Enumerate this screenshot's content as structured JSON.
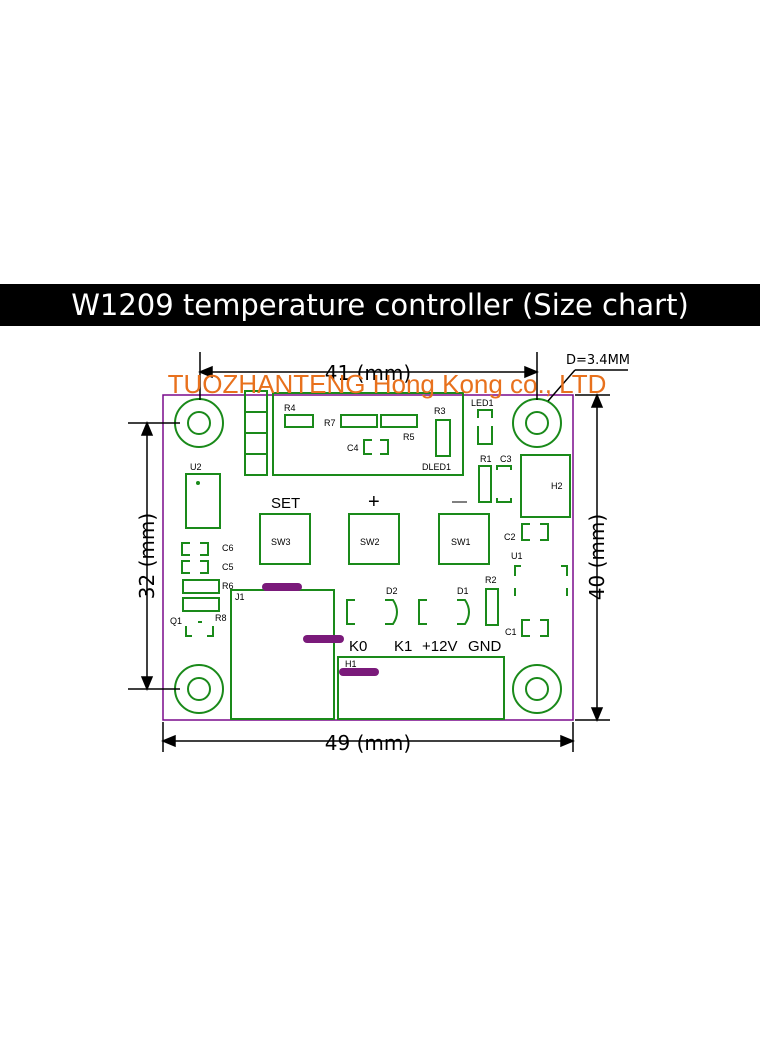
{
  "title": "W1209 temperature controller (Size chart)",
  "watermark": "TUOZHANTENG Hong Kong co., LTD",
  "colors": {
    "board_outline": "#7a0a8c",
    "parts": "#1a8a1a",
    "marks": "#7a1a7a",
    "watermark": "#e8711d"
  },
  "dimensions": {
    "top": "41 (mm)",
    "bottom": "49 (mm)",
    "left": "32 (mm)",
    "right": "40 (mm)",
    "hole": "D=3.4MM"
  },
  "labels": {
    "r4": "R4",
    "r7": "R7",
    "r5": "R5",
    "r3": "R3",
    "c4": "C4",
    "dled1": "DLED1",
    "led1": "LED1",
    "r1": "R1",
    "c3": "C3",
    "h2": "H2",
    "u2": "U2",
    "set": "SET",
    "plus": "+",
    "minus": "—",
    "sw3": "SW3",
    "sw2": "SW2",
    "sw1": "SW1",
    "c2": "C2",
    "u1": "U1",
    "c6": "C6",
    "c5": "C5",
    "r6": "R6",
    "r8": "R8",
    "q1": "Q1",
    "j1": "J1",
    "d2": "D2",
    "d1": "D1",
    "r2": "R2",
    "c1": "C1",
    "k0": "K0",
    "k1": "K1",
    "v12": "+12V",
    "gnd": "GND",
    "h1": "H1"
  }
}
